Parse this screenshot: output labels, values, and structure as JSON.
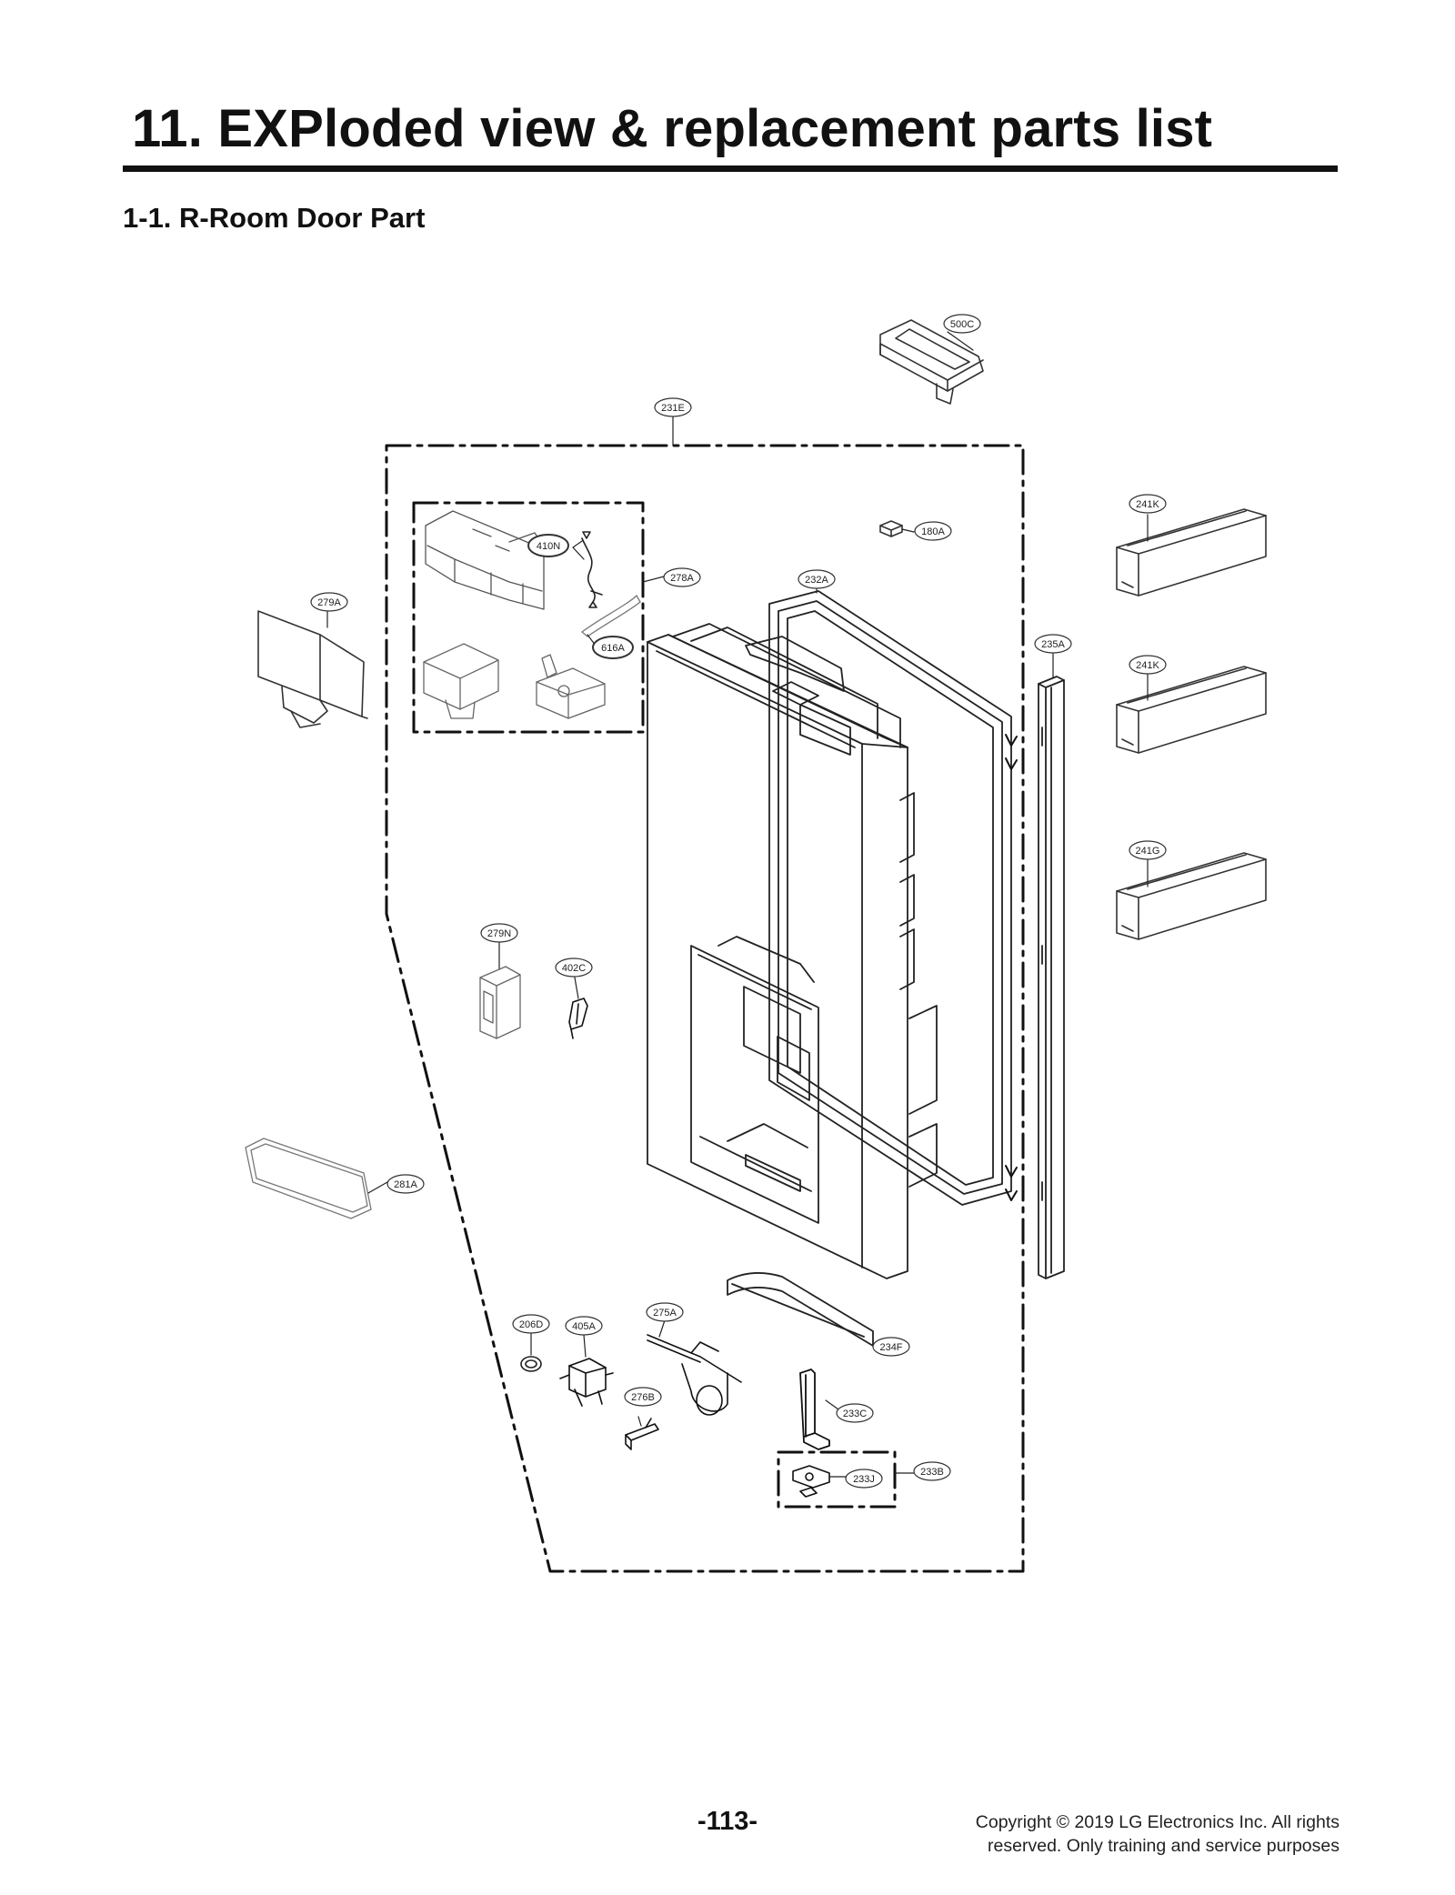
{
  "page": {
    "title": "11. EXPloded view & replacement parts list",
    "section": "1-1. R-Room Door Part",
    "page_number": "-113-",
    "copyright_line1": "Copyright © 2019 LG Electronics Inc. All rights",
    "copyright_line2": "reserved. Only training and service purposes"
  },
  "diagram": {
    "callouts": [
      {
        "id": "500C",
        "label": "500C"
      },
      {
        "id": "231E",
        "label": "231E"
      },
      {
        "id": "241K_top",
        "label": "241K"
      },
      {
        "id": "180A",
        "label": "180A"
      },
      {
        "id": "410N",
        "label": "410N"
      },
      {
        "id": "278A",
        "label": "278A"
      },
      {
        "id": "232A",
        "label": "232A"
      },
      {
        "id": "279A",
        "label": "279A"
      },
      {
        "id": "616A",
        "label": "616A"
      },
      {
        "id": "235A",
        "label": "235A"
      },
      {
        "id": "241K_mid",
        "label": "241K"
      },
      {
        "id": "241G",
        "label": "241G"
      },
      {
        "id": "279N",
        "label": "279N"
      },
      {
        "id": "402C",
        "label": "402C"
      },
      {
        "id": "281A",
        "label": "281A"
      },
      {
        "id": "275A",
        "label": "275A"
      },
      {
        "id": "206D",
        "label": "206D"
      },
      {
        "id": "405A",
        "label": "405A"
      },
      {
        "id": "234F",
        "label": "234F"
      },
      {
        "id": "276B",
        "label": "276B"
      },
      {
        "id": "233C",
        "label": "233C"
      },
      {
        "id": "233B",
        "label": "233B"
      },
      {
        "id": "233J",
        "label": "233J"
      }
    ]
  }
}
